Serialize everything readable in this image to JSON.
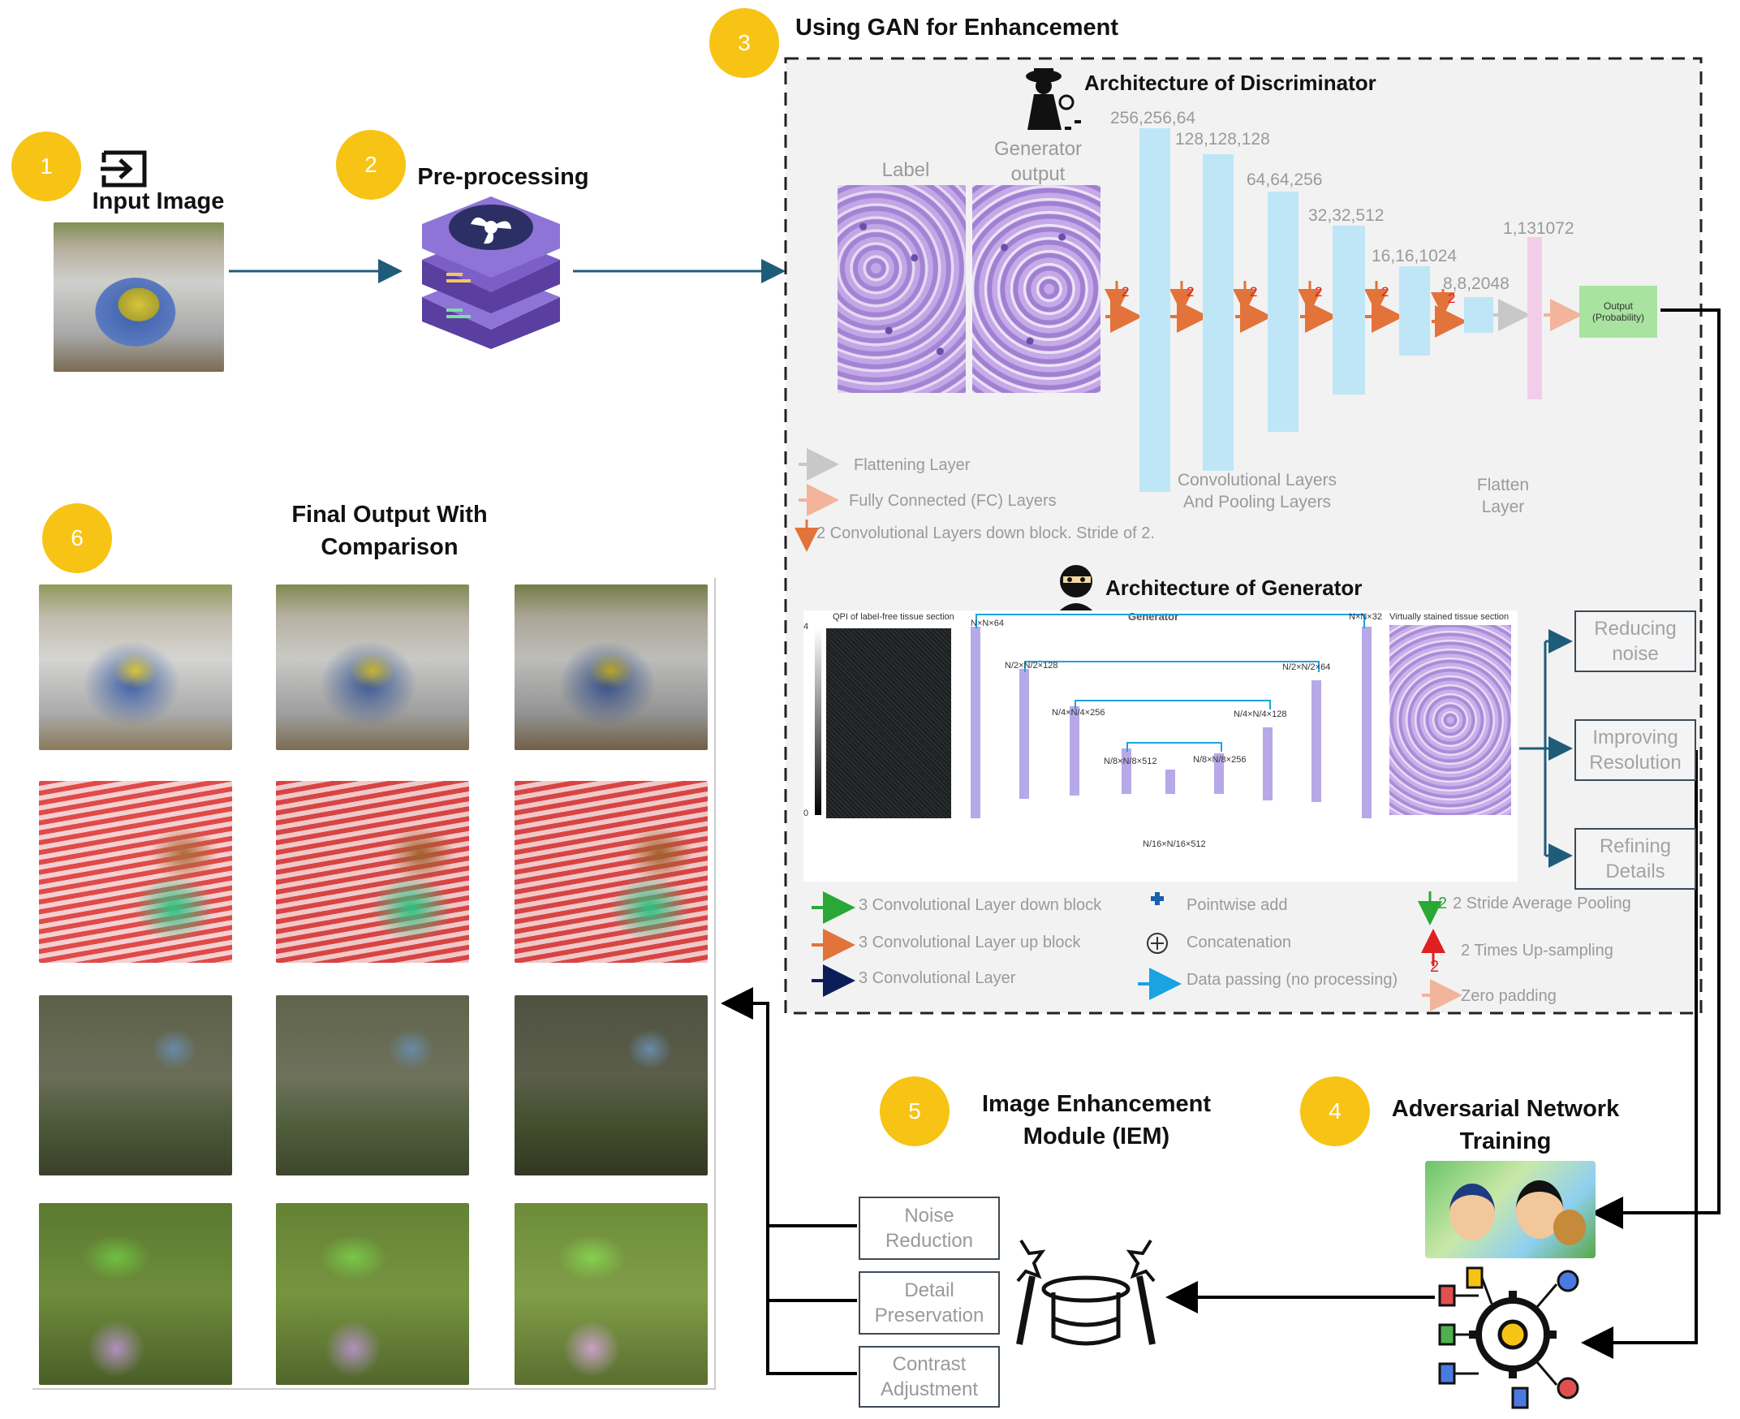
{
  "step1": {
    "badge": "1",
    "label": "Input Image"
  },
  "step2": {
    "badge": "2",
    "label": "Pre-processing"
  },
  "step3": {
    "badge": "3",
    "label": "Using GAN for Enhancement"
  },
  "discriminator": {
    "title": "Architecture of Discriminator",
    "label_caption": "Label",
    "gen_output_caption": "Generator output",
    "dims": [
      "256,256,64",
      "128,128,128",
      "64,64,256",
      "32,32,512",
      "16,16,1024",
      "8,8,2048",
      "1,131072"
    ],
    "stride_mark": "2",
    "output_box": "Output (Probability)",
    "conv_caption": "Convolutional Layers And Pooling Layers",
    "flatten_caption": "Flatten Layer",
    "legend": {
      "flattening": "Flattening Layer",
      "fc": "Fully Connected (FC) Layers",
      "down": "2 Convolutional Layers down block. Stride of 2."
    }
  },
  "generator": {
    "title": "Architecture of Generator",
    "panel_heading": "Generator",
    "input_caption": "QPI of label-free tissue section",
    "output_caption": "Virtually stained tissue section",
    "dims": [
      "N×N×64",
      "N/2×N/2×128",
      "N/4×N/4×256",
      "N/8×N/8×512",
      "N/16×N/16×512",
      "N/8×N/8×256",
      "N/4×N/4×128",
      "N/2×N/2×64",
      "N×N×32"
    ],
    "scale_top": "4",
    "scale_bottom": "0",
    "outputs": [
      "Reducing noise",
      "Improving Resolution",
      "Refining Details"
    ],
    "legend": {
      "green": "3 Convolutional Layer down block",
      "orange": "3 Convolutional Layer up block",
      "navy": "3 Convolutional Layer",
      "plus": "Pointwise add",
      "concat": "Concatenation",
      "cyan": "Data passing (no processing)",
      "pool": "2 Stride Average Pooling",
      "pool_mark": "2",
      "upsample": "2 Times Up-sampling",
      "upsample_mark": "2",
      "zero": "Zero padding"
    }
  },
  "step4": {
    "badge": "4",
    "label": "Adversarial Network Training"
  },
  "step5": {
    "badge": "5",
    "label": "Image Enhancement Module (IEM)",
    "boxes": [
      "Noise Reduction",
      "Detail Preservation",
      "Contrast Adjustment"
    ]
  },
  "step6": {
    "badge": "6",
    "label": "Final Output With Comparison"
  },
  "colors": {
    "badge": "#f7c415",
    "arrow": "#1f5c7a",
    "conv_block": "#bfe6f7",
    "flatten_block": "#f2cdea",
    "output_box": "#a8e3a0",
    "down_arrow": "#e2733a",
    "server": "#7b5fc7"
  }
}
